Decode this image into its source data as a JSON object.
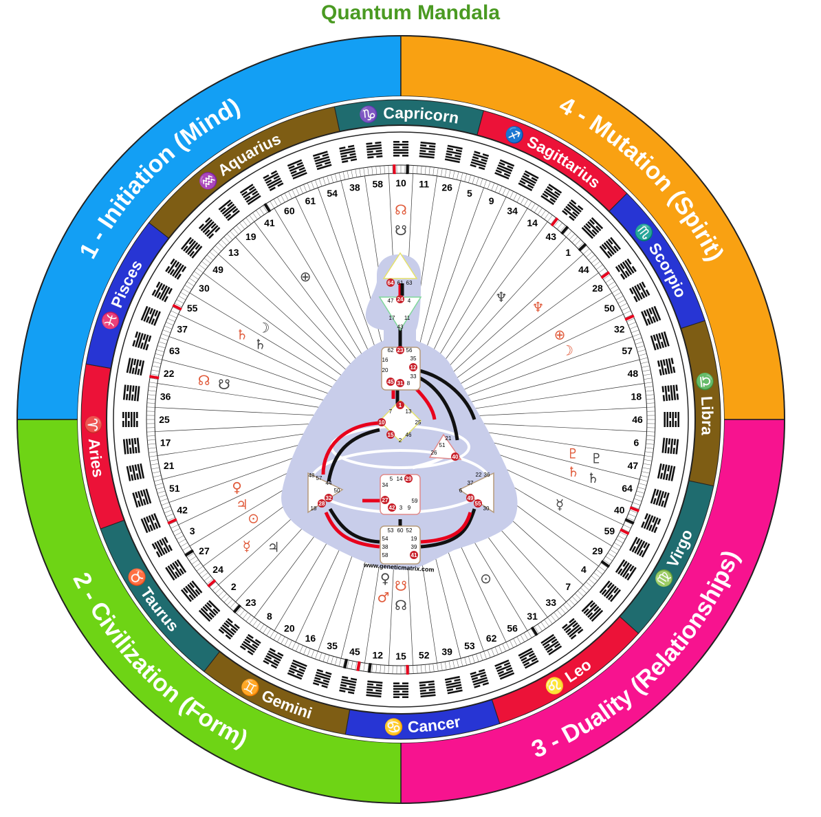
{
  "title": "Quantum Mandala",
  "colors": {
    "title": "#4a9a22",
    "body_fill": "#c8cdea",
    "channel_red": "#e8001c",
    "channel_black": "#111111",
    "active_gate": "#c8202a"
  },
  "quarters": [
    {
      "label": "1 - Initiation (Mind)",
      "color": "#139ff4",
      "start": 180,
      "end": 270
    },
    {
      "label": "4 - Mutation (Spirit)",
      "color": "#f9a112",
      "start": 270,
      "end": 360
    },
    {
      "label": "3 - Duality (Relationships)",
      "color": "#f7138f",
      "start": 0,
      "end": 90
    },
    {
      "label": "2 - Civilization (Form)",
      "color": "#6ed415",
      "start": 90,
      "end": 180
    }
  ],
  "signs": [
    {
      "name": "Capricorn",
      "glyph": "♑",
      "color": "#1f6c6f",
      "start": 258,
      "end": 285
    },
    {
      "name": "Sagittarius",
      "glyph": "♐",
      "color": "#ec1238",
      "start": 285,
      "end": 315
    },
    {
      "name": "Scorpio",
      "glyph": "♏",
      "color": "#2735d4",
      "start": 315,
      "end": 342
    },
    {
      "name": "Libra",
      "glyph": "♎",
      "color": "#7e5d14",
      "start": 342,
      "end": 372
    },
    {
      "name": "Virgo",
      "glyph": "♍",
      "color": "#1f6c6f",
      "start": 12,
      "end": 42
    },
    {
      "name": "Leo",
      "glyph": "♌",
      "color": "#ec1238",
      "start": 42,
      "end": 72
    },
    {
      "name": "Cancer",
      "glyph": "♋",
      "color": "#2735d4",
      "start": 72,
      "end": 100
    },
    {
      "name": "Gemini",
      "glyph": "♊",
      "color": "#7e5d14",
      "start": 100,
      "end": 128
    },
    {
      "name": "Taurus",
      "glyph": "♉",
      "color": "#1f6c6f",
      "start": 128,
      "end": 160
    },
    {
      "name": "Aries",
      "glyph": "♈",
      "color": "#ec1238",
      "start": 160,
      "end": 190
    },
    {
      "name": "Pisces",
      "glyph": "♓",
      "color": "#2735d4",
      "start": 190,
      "end": 218
    },
    {
      "name": "Aquarius",
      "glyph": "♒",
      "color": "#7e5d14",
      "start": 218,
      "end": 258
    }
  ],
  "gates": [
    "10",
    "11",
    "26",
    "5",
    "9",
    "34",
    "14",
    "43",
    "1",
    "44",
    "28",
    "50",
    "32",
    "57",
    "48",
    "18",
    "46",
    "6",
    "47",
    "64",
    "40",
    "59",
    "29",
    "4",
    "7",
    "33",
    "31",
    "56",
    "62",
    "53",
    "39",
    "52",
    "15",
    "12",
    "45",
    "35",
    "16",
    "20",
    "8",
    "23",
    "2",
    "24",
    "27",
    "3",
    "42",
    "51",
    "21",
    "17",
    "25",
    "36",
    "22",
    "63",
    "37",
    "55",
    "30",
    "49",
    "13",
    "19",
    "41",
    "60",
    "61",
    "54",
    "38",
    "58"
  ],
  "planets": [
    {
      "glyph": "☊",
      "color": "#e05a3a",
      "gate": "10",
      "r": 305
    },
    {
      "glyph": "☋",
      "color": "#444444",
      "gate": "10",
      "r": 275
    },
    {
      "glyph": "♆",
      "color": "#e05a3a",
      "gate": "44",
      "r": 258
    },
    {
      "glyph": "♆",
      "color": "#444444",
      "gate": "43",
      "r": 230
    },
    {
      "glyph": "⊕",
      "color": "#e05a3a",
      "gate": "50",
      "r": 262
    },
    {
      "glyph": "☽",
      "color": "#e05a3a",
      "gate": "32",
      "r": 262
    },
    {
      "glyph": "♇",
      "color": "#e05a3a",
      "gate": "47",
      "r": 255
    },
    {
      "glyph": "♇",
      "color": "#444444",
      "gate": "47",
      "r": 290
    },
    {
      "glyph": "♄",
      "color": "#e05a3a",
      "gate": "64",
      "r": 262
    },
    {
      "glyph": "♄",
      "color": "#444444",
      "gate": "64",
      "r": 292
    },
    {
      "glyph": "☿",
      "color": "#444444",
      "gate": "59",
      "r": 262
    },
    {
      "glyph": "⊙",
      "color": "#444444",
      "gate": "56",
      "r": 262
    },
    {
      "glyph": "♂",
      "color": "#e05a3a",
      "gate": "12",
      "r": 260
    },
    {
      "glyph": "♀",
      "color": "#444444",
      "gate": "12",
      "r": 232
    },
    {
      "glyph": "☊",
      "color": "#444444",
      "gate": "15",
      "r": 270
    },
    {
      "glyph": "☋",
      "color": "#e05a3a",
      "gate": "15",
      "r": 242
    },
    {
      "glyph": "♃",
      "color": "#444444",
      "gate": "2",
      "r": 262
    },
    {
      "glyph": "♃",
      "color": "#e05a3a",
      "gate": "3",
      "r": 262
    },
    {
      "glyph": "⊙",
      "color": "#e05a3a",
      "gate": "27",
      "r": 258
    },
    {
      "glyph": "♀",
      "color": "#e05a3a",
      "gate": "42",
      "r": 258
    },
    {
      "glyph": "☿",
      "color": "#e05a3a",
      "gate": "24",
      "r": 290
    },
    {
      "glyph": "☊",
      "color": "#e05a3a",
      "gate": "22",
      "r": 292
    },
    {
      "glyph": "☋",
      "color": "#444444",
      "gate": "22",
      "r": 262
    },
    {
      "glyph": "♄",
      "color": "#e05a3a",
      "gate": "55",
      "r": 262
    },
    {
      "glyph": "♄",
      "color": "#444444",
      "gate": "55",
      "r": 232
    },
    {
      "glyph": "☽",
      "color": "#444444",
      "gate": "30",
      "r": 240
    },
    {
      "glyph": "⊕",
      "color": "#444444",
      "gate": "41",
      "r": 250
    }
  ],
  "centers": {
    "head": {
      "gates": [
        "64",
        "61",
        "63"
      ],
      "active": [
        "64"
      ]
    },
    "ajna": {
      "gates": [
        "47",
        "24",
        "4",
        "17",
        "11",
        "43"
      ],
      "active": [
        "24"
      ]
    },
    "throat": {
      "gates": [
        "62",
        "23",
        "56",
        "16",
        "35",
        "20",
        "12",
        "45",
        "31",
        "8",
        "33"
      ],
      "active": [
        "23",
        "12",
        "45",
        "31"
      ]
    },
    "g": {
      "gates": [
        "1",
        "7",
        "13",
        "10",
        "25",
        "15",
        "46",
        "2"
      ],
      "active": [
        "1",
        "10",
        "15"
      ]
    },
    "heart": {
      "gates": [
        "21",
        "51",
        "26",
        "40"
      ],
      "active": [
        "40"
      ]
    },
    "spleen": {
      "gates": [
        "48",
        "57",
        "44",
        "50",
        "32",
        "28",
        "18"
      ],
      "active": [
        "32",
        "28"
      ]
    },
    "sacral": {
      "gates": [
        "5",
        "14",
        "29",
        "34",
        "27",
        "59",
        "42",
        "3",
        "9"
      ],
      "active": [
        "29",
        "27",
        "42"
      ]
    },
    "solar": {
      "gates": [
        "22",
        "36",
        "37",
        "6",
        "49",
        "55",
        "30"
      ],
      "active": [
        "49",
        "55"
      ]
    },
    "root": {
      "gates": [
        "53",
        "60",
        "52",
        "54",
        "19",
        "38",
        "39",
        "58",
        "41"
      ],
      "active": [
        "41"
      ]
    }
  },
  "credit": "www.geneticmatrix.com"
}
